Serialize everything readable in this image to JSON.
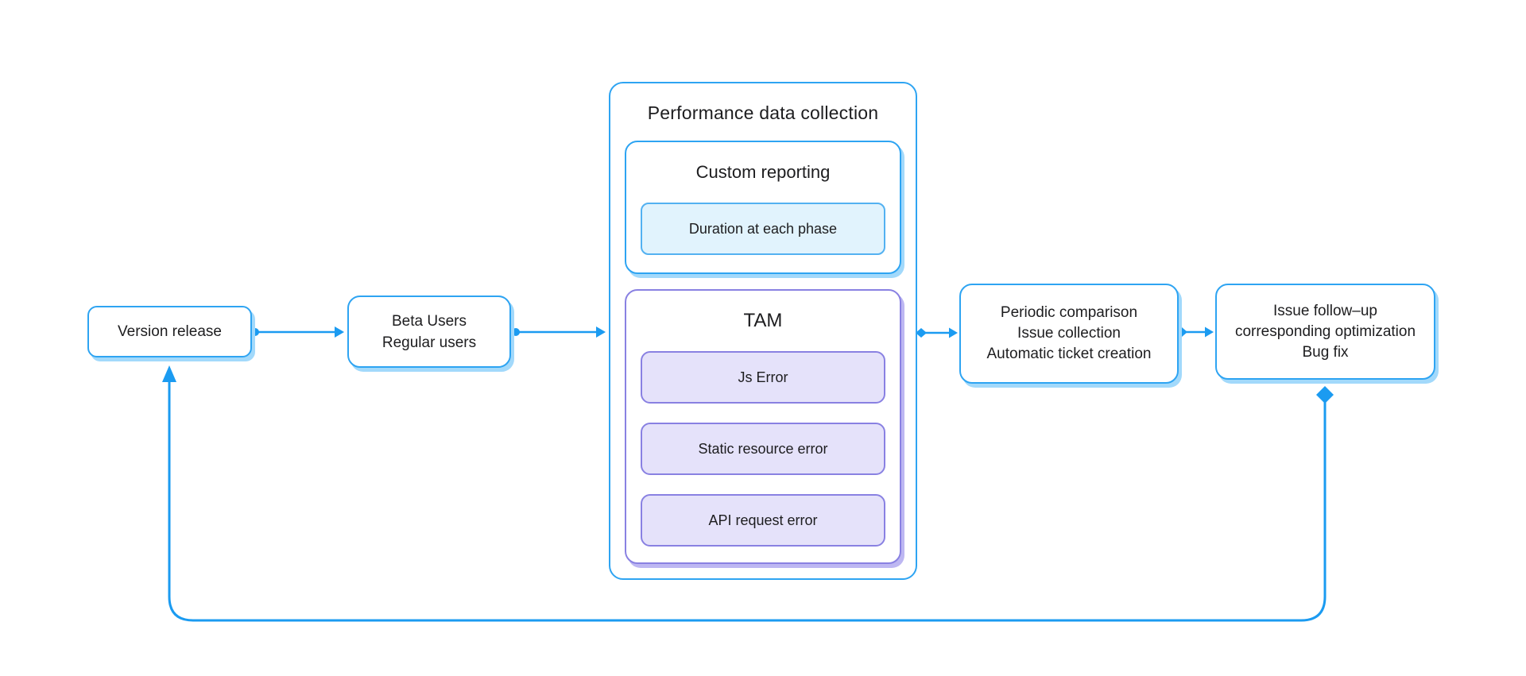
{
  "diagram": {
    "nodes": {
      "version_release": {
        "label": "Version release"
      },
      "beta_users": {
        "lines": [
          "Beta Users",
          "Regular users"
        ]
      },
      "performance_collection": {
        "title": "Performance data collection",
        "custom_reporting": {
          "title": "Custom reporting",
          "items": [
            "Duration at each phase"
          ]
        },
        "tam": {
          "title": "TAM",
          "items": [
            "Js Error",
            "Static resource error",
            "API request error"
          ]
        }
      },
      "periodic_actions": {
        "lines": [
          "Periodic comparison",
          "Issue collection",
          "Automatic ticket creation"
        ]
      },
      "issue_followup": {
        "lines": [
          "Issue follow–up",
          "corresponding optimization",
          "Bug fix"
        ]
      }
    },
    "colors": {
      "line_blue": "#1b9bf1",
      "blue_border": "#2ea4f2",
      "blue_shadow": "#a2d9fb",
      "light_blue_fill": "#e1f3fd",
      "light_blue_border": "#53b1f1",
      "purple_border": "#8981e2",
      "purple_fill": "#e5e2fa",
      "purple_shadow": "#bdb7f2",
      "text_color": "#1d1d1f"
    }
  }
}
